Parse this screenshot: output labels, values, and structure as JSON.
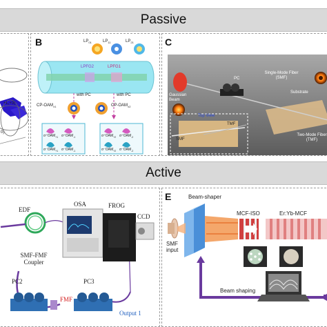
{
  "sections": {
    "passive": "Passive",
    "active": "Active"
  },
  "panel_b": {
    "label": "B",
    "modes": [
      "LP",
      "LP",
      "LP"
    ],
    "mode_subs": [
      "01",
      "11",
      "21"
    ],
    "gratings": [
      "LPFG2",
      "LPFG1"
    ],
    "with_pc": [
      "with PC",
      "with PC"
    ],
    "cp_oam": [
      "CP-OAM",
      "CP-OAM"
    ],
    "cp_oam_subs": [
      "±1",
      "±2"
    ],
    "sigma_labels": [
      "σ⁺OAM",
      "σ⁺OAM",
      "σ⁻OAM",
      "σ⁻OAM",
      "σ⁺OAM",
      "σ⁺OAM",
      "σ⁻OAM",
      "σ⁻OAM"
    ],
    "sigma_subs": [
      "+1",
      "-1",
      "+1",
      "-1",
      "+2",
      "-2",
      "+2",
      "-2"
    ]
  },
  "panel_a_fragment": {
    "labels": [
      "+L,+3)",
      "0)"
    ]
  },
  "panel_c": {
    "label": "C",
    "gaussian": "Gaussian Beam",
    "pc": "PC",
    "smf_callout": "Single-Mode Fiber (SMF)",
    "substrate": "Substrate",
    "tmf_callout": "Two-Mode Fiber (TMF)",
    "top_view": "Top View",
    "tmf": "TMF",
    "smf": "SMF"
  },
  "panel_d": {
    "edf": "EDF",
    "osa": "OSA",
    "frog": "FROG",
    "ccd": "CCD",
    "coupler": "SMF-FMF Coupler",
    "pc2": "PC2",
    "pc3": "PC3",
    "fmf": "FMF",
    "output": "Output 1"
  },
  "panel_e": {
    "label": "E",
    "beam_shaper": "Beam-shaper",
    "mcf_iso": "MCF-ISO",
    "er_yb": "Er:Yb-MCF",
    "smf_input": "SMF input",
    "beam_shaping": "Beam shaping"
  },
  "colors": {
    "banner": "#d9d9d9",
    "cyan": "#8fe0ef",
    "purple": "#6a3a9e",
    "blue_device": "#2f6fb3",
    "red_text": "#d42020",
    "output_blue": "#1f5fbf"
  }
}
